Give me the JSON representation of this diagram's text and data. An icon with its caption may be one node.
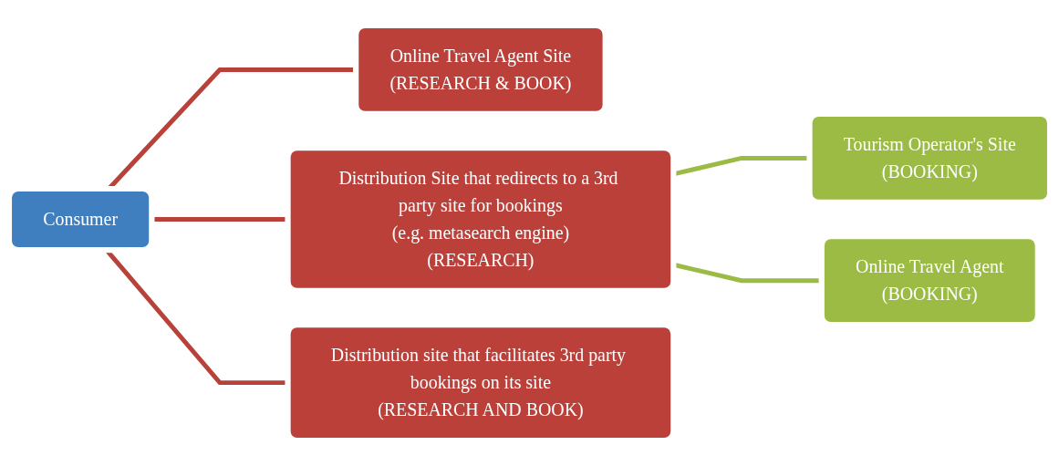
{
  "diagram": {
    "nodes": [
      {
        "text": [
          "Consumer"
        ]
      },
      {
        "text": [
          "Online Travel Agent Site",
          "(RESEARCH & BOOK)"
        ]
      },
      {
        "text": [
          "Distribution Site that redirects to a 3rd party site for bookings",
          "(e.g. metasearch engine)",
          "(RESEARCH)"
        ]
      },
      {
        "text": [
          "Distribution site that facilitates 3rd party bookings on its site",
          "(RESEARCH AND BOOK)"
        ]
      },
      {
        "text": [
          "Tourism Operator's Site",
          "(BOOKING)"
        ]
      },
      {
        "text": [
          "Online Travel Agent",
          "(BOOKING)"
        ]
      }
    ],
    "edges": [
      {
        "from": 0,
        "to": 1,
        "arrow": "none",
        "color": "#b8413a"
      },
      {
        "from": 0,
        "to": 2,
        "arrow": "none",
        "color": "#b8413a"
      },
      {
        "from": 0,
        "to": 3,
        "arrow": "none",
        "color": "#b8413a"
      },
      {
        "from": 2,
        "to": 4,
        "arrow": "none",
        "color": "#9bbb45"
      },
      {
        "from": 2,
        "to": 5,
        "arrow": "none",
        "color": "#9bbb45"
      }
    ]
  }
}
